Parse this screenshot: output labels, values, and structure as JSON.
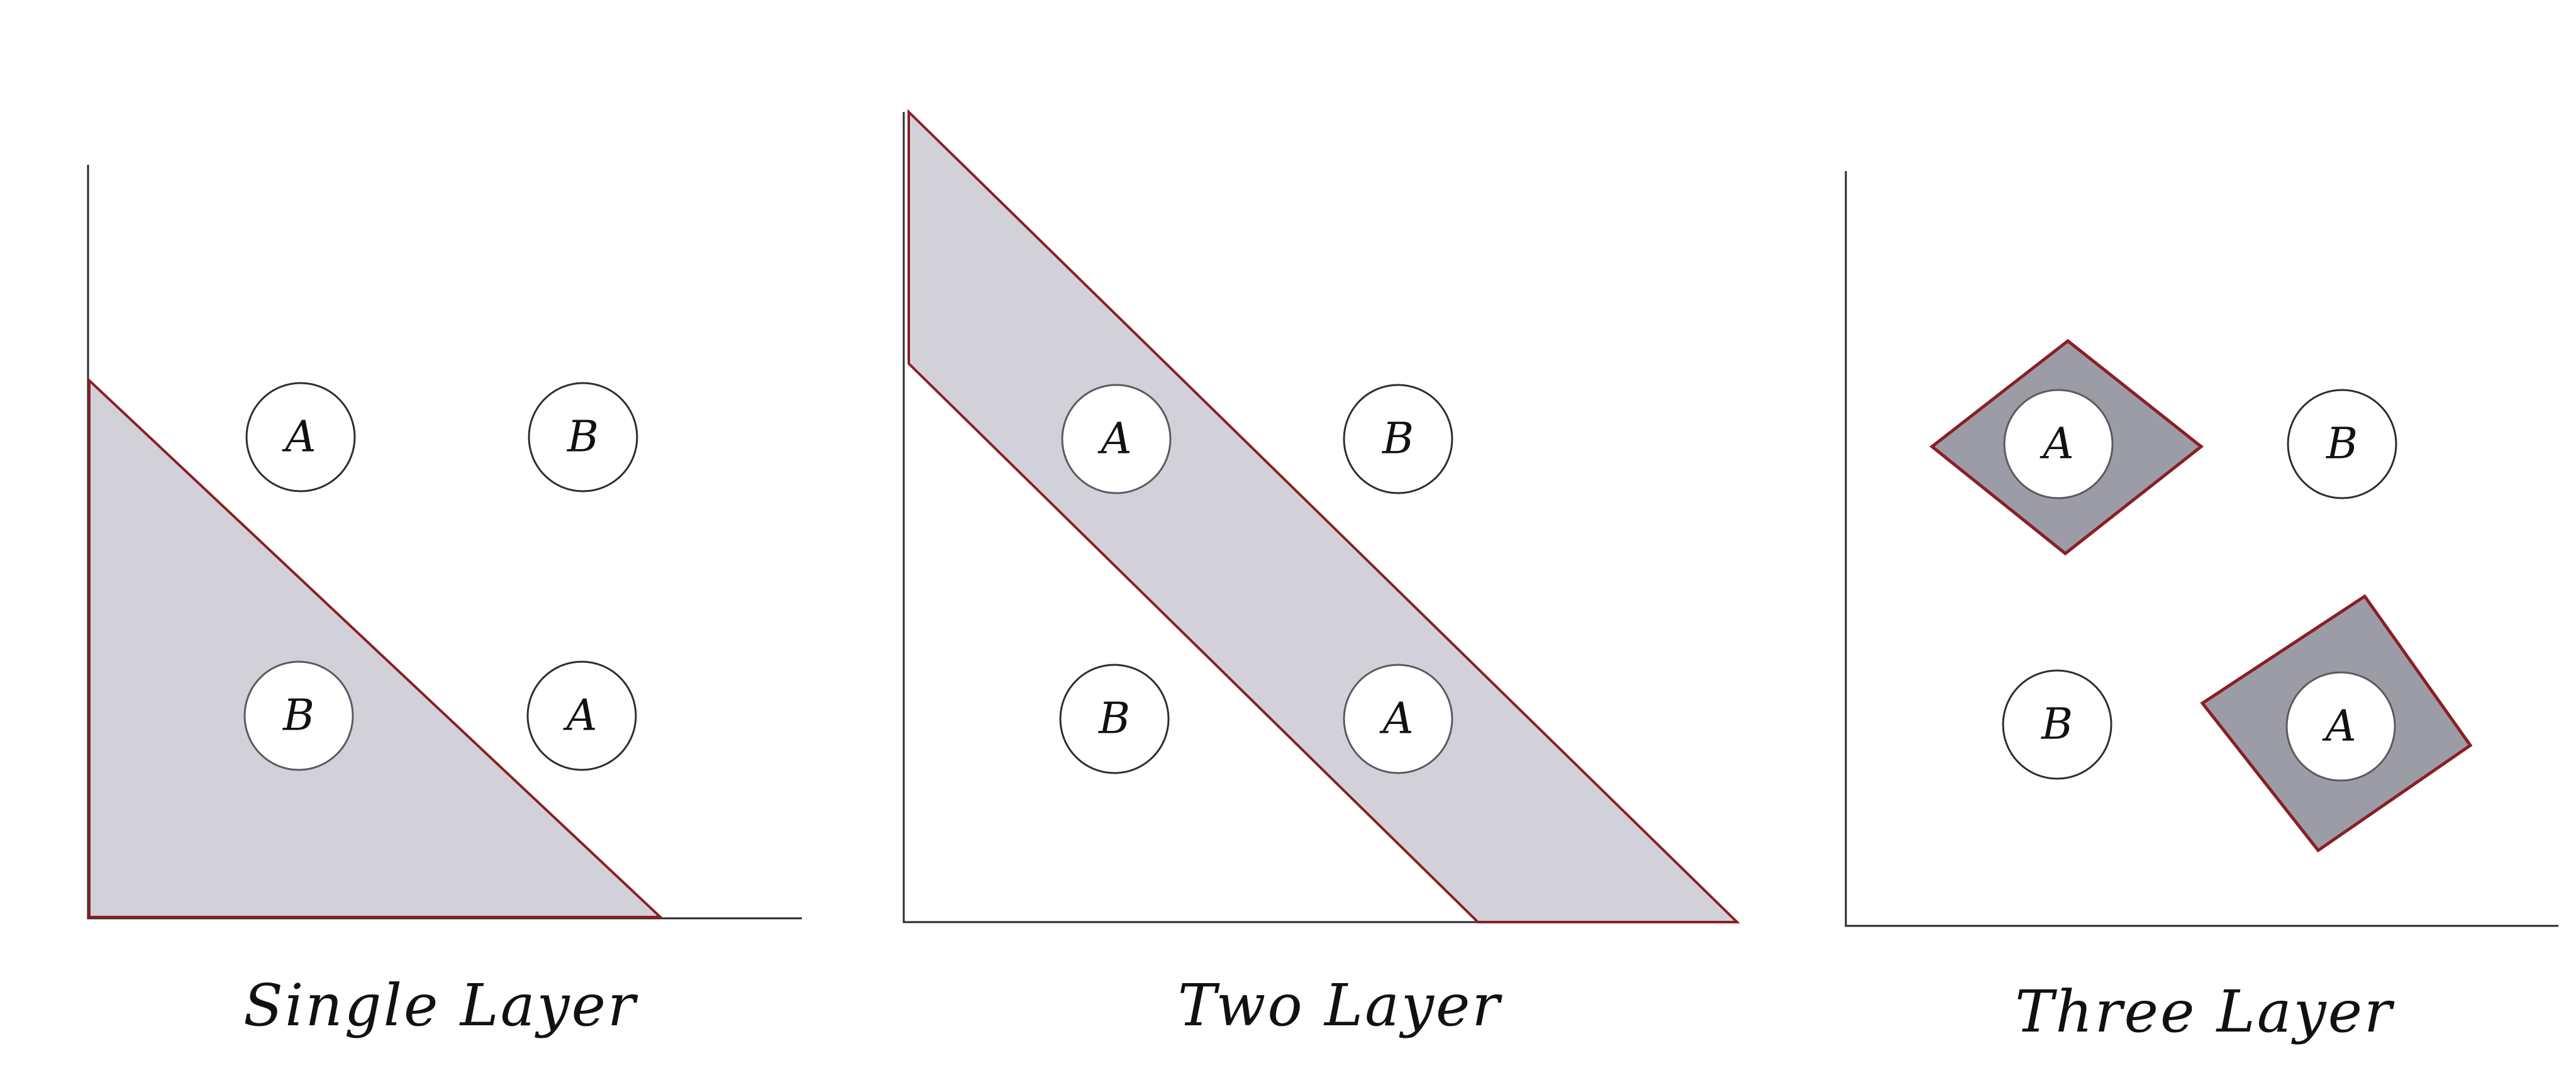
{
  "panels": [
    {
      "caption": "Single Layer",
      "nodes": [
        {
          "label": "A"
        },
        {
          "label": "B"
        },
        {
          "label": "B"
        },
        {
          "label": "A"
        }
      ]
    },
    {
      "caption": "Two Layer",
      "nodes": [
        {
          "label": "A"
        },
        {
          "label": "B"
        },
        {
          "label": "B"
        },
        {
          "label": "A"
        }
      ]
    },
    {
      "caption": "Three Layer",
      "nodes": [
        {
          "label": "A"
        },
        {
          "label": "B"
        },
        {
          "label": "B"
        },
        {
          "label": "A"
        }
      ]
    }
  ],
  "colors": {
    "region_fill": "#d2d1d9",
    "region_outline": "#8a1f24",
    "diamond_fill": "#9c9ca6",
    "axis": "#2a2a2a"
  }
}
